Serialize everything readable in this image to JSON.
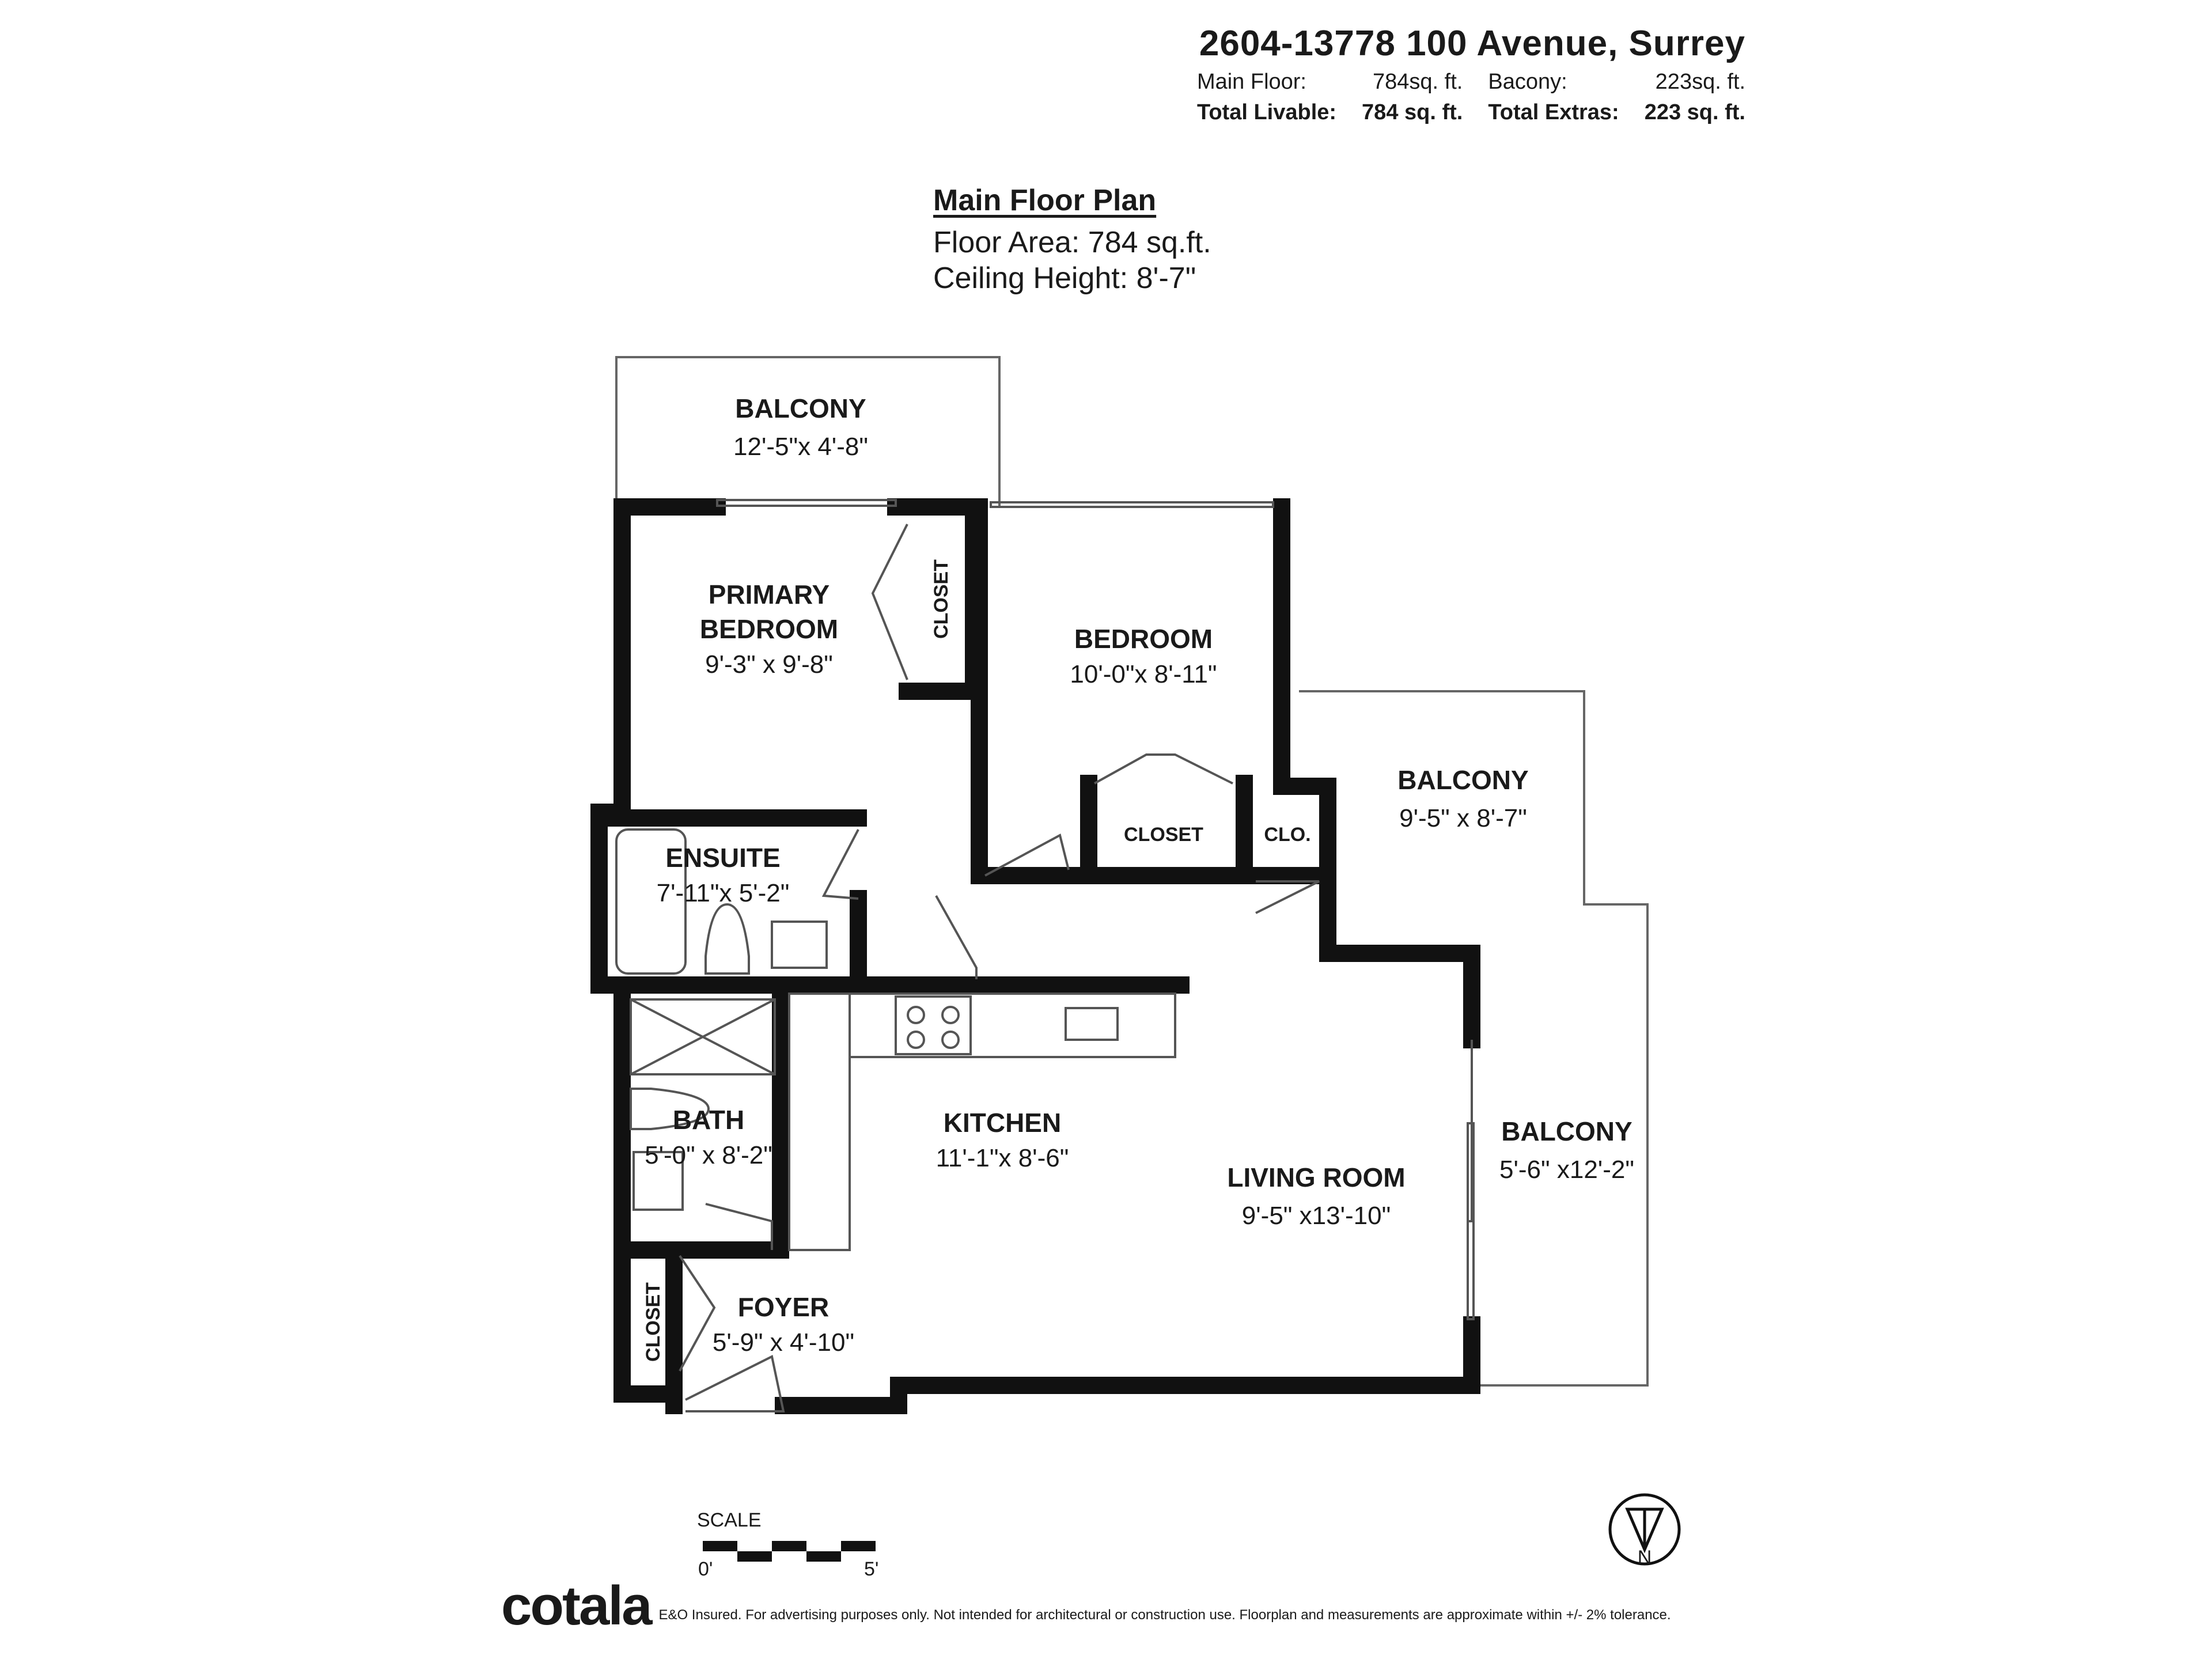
{
  "header": {
    "address": "2604-13778 100 Avenue, Surrey",
    "main_floor_label": "Main Floor:",
    "main_floor_value": "784sq. ft.",
    "bacony_label": "Bacony:",
    "bacony_value": "223sq. ft.",
    "total_livable_label": "Total Livable:",
    "total_livable_value": "784 sq. ft.",
    "total_extras_label": "Total Extras:",
    "total_extras_value": "223 sq. ft."
  },
  "plan": {
    "title": "Main Floor Plan",
    "floor_area": "Floor Area: 784 sq.ft.",
    "ceiling_height": "Ceiling Height: 8'-7\""
  },
  "rooms": {
    "balcony_top": {
      "name": "BALCONY",
      "dims": "12'-5\"x  4'-8\""
    },
    "primary_bedroom": {
      "name_line1": "PRIMARY",
      "name_line2": "BEDROOM",
      "dims": "9'-3\"  x  9'-8\""
    },
    "bedroom": {
      "name": "BEDROOM",
      "dims": "10'-0\"x 8'-11\""
    },
    "balcony_right": {
      "name": "BALCONY",
      "dims": "9'-5\"  x  8'-7\""
    },
    "ensuite": {
      "name": "ENSUITE",
      "dims": "7'-11\"x  5'-2\""
    },
    "kitchen": {
      "name": "KITCHEN",
      "dims": "11'-1\"x  8'-6\""
    },
    "living_room": {
      "name": "LIVING ROOM",
      "dims": "9'-5\"  x13'-10\""
    },
    "balcony_lower": {
      "name": "BALCONY",
      "dims": "5'-6\"  x12'-2\""
    },
    "bath": {
      "name": "BATH",
      "dims": "5'-0\"  x  8'-2\""
    },
    "foyer": {
      "name": "FOYER",
      "dims": "5'-9\"  x 4'-10\""
    }
  },
  "closets": {
    "primary": "CLOSET",
    "bedroom": "CLOSET",
    "clo": "CLO.",
    "foyer": "CLOSET"
  },
  "scale": {
    "label": "SCALE",
    "start": "0'",
    "end": "5'"
  },
  "compass": {
    "label": "N"
  },
  "footer": {
    "logo": "cotala",
    "disclaimer": "E&O Insured. For advertising purposes only. Not intended for architectural or construction use. Floorplan and measurements are approximate within +/- 2% tolerance."
  },
  "colors": {
    "walls": "#111111",
    "thin_lines": "#555555"
  }
}
